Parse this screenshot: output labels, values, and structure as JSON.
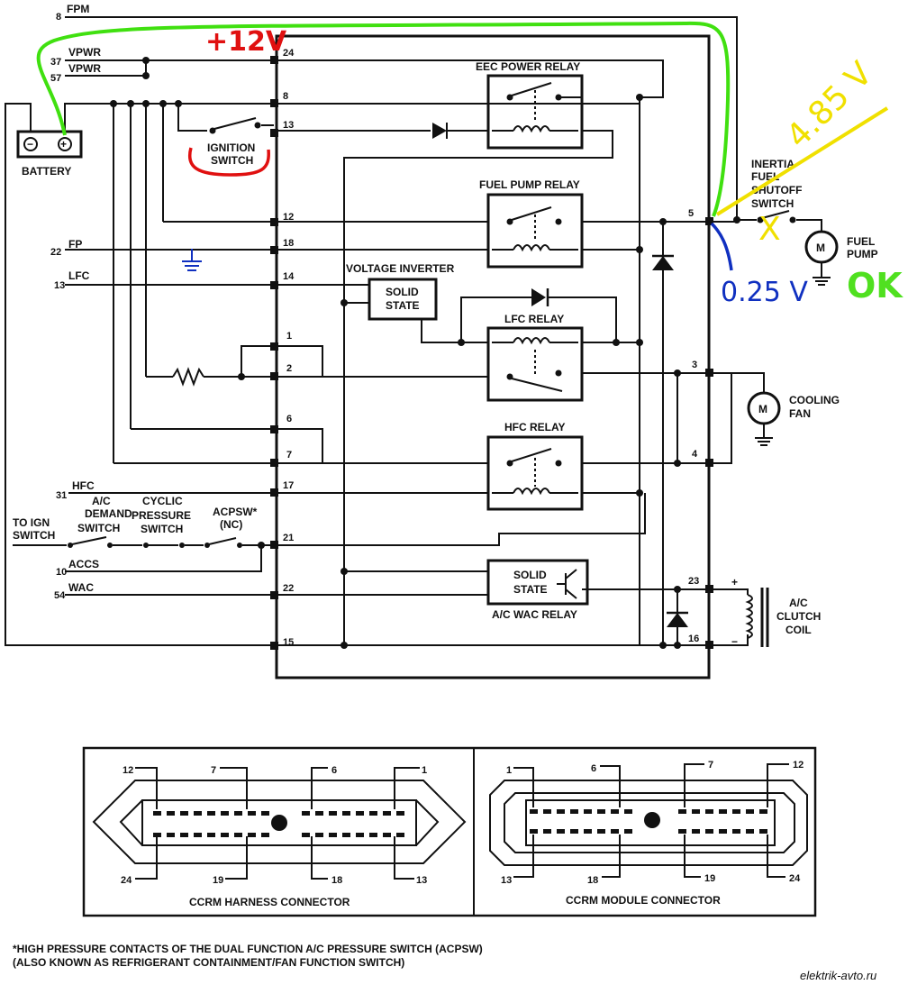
{
  "wire_labels": {
    "fpm": {
      "num": "8",
      "name": "FPM"
    },
    "vpwr1": {
      "num": "37",
      "name": "VPWR"
    },
    "vpwr2": {
      "num": "57",
      "name": "VPWR"
    },
    "fp": {
      "num": "22",
      "name": "FP"
    },
    "lfc": {
      "num": "13",
      "name": "LFC"
    },
    "hfc": {
      "num": "31",
      "name": "HFC"
    },
    "accs": {
      "num": "10",
      "name": "ACCS"
    },
    "wac": {
      "num": "54",
      "name": "WAC"
    }
  },
  "battery": "BATTERY",
  "ignition_switch": [
    "IGNITION",
    "SWITCH"
  ],
  "to_ign_switch": [
    "TO IGN",
    "SWITCH"
  ],
  "ac_demand_switch": [
    "A/C",
    "DEMAND",
    "SWITCH"
  ],
  "cyclic_pressure_switch": [
    "CYCLIC",
    "PRESSURE",
    "SWITCH"
  ],
  "acpsw": [
    "ACPSW*",
    "(NC)"
  ],
  "module_pins": {
    "p24": "24",
    "p8": "8",
    "p13": "13",
    "p12": "12",
    "p18": "18",
    "p14": "14",
    "p1": "1",
    "p2": "2",
    "p6": "6",
    "p7": "7",
    "p17": "17",
    "p21": "21",
    "p22": "22",
    "p15": "15",
    "p5": "5",
    "p3": "3",
    "p4": "4",
    "p23": "23",
    "p16": "16"
  },
  "relays": {
    "eec": "EEC POWER RELAY",
    "fuel": "FUEL PUMP RELAY",
    "lfc": "LFC RELAY",
    "hfc": "HFC RELAY",
    "wac": "A/C WAC RELAY"
  },
  "voltage_inverter": "VOLTAGE INVERTER",
  "solid_state": [
    "SOLID",
    "STATE"
  ],
  "inertia_switch": [
    "INERTIA",
    "FUEL",
    "SHUTOFF",
    "SWITCH"
  ],
  "fuel_pump": [
    "FUEL",
    "PUMP"
  ],
  "cooling_fan": [
    "COOLING",
    "FAN"
  ],
  "ac_clutch_coil": [
    "A/C",
    "CLUTCH",
    "COIL"
  ],
  "motor_symbol": "M",
  "coil_polarity": {
    "plus": "+",
    "minus": "−"
  },
  "battery_terms": {
    "neg": "−",
    "pos": "+"
  },
  "annotations": {
    "plus12v": "+12V",
    "v485": "4.85 V",
    "v025": "0.25 V",
    "ok": "OK",
    "cross": "X"
  },
  "harness_connector": {
    "title": "CCRM HARNESS CONNECTOR",
    "top": [
      "12",
      "7",
      "6",
      "1"
    ],
    "bottom": [
      "24",
      "19",
      "18",
      "13"
    ]
  },
  "module_connector": {
    "title": "CCRM MODULE CONNECTOR",
    "top": [
      "1",
      "6",
      "7",
      "12"
    ],
    "bottom": [
      "13",
      "18",
      "19",
      "24"
    ]
  },
  "footnote": [
    "*HIGH PRESSURE CONTACTS OF THE DUAL FUNCTION A/C PRESSURE SWITCH (ACPSW)",
    "(ALSO KNOWN AS REFRIGERANT CONTAINMENT/FAN FUNCTION SWITCH)"
  ],
  "watermark": "elektrik-avto.ru"
}
